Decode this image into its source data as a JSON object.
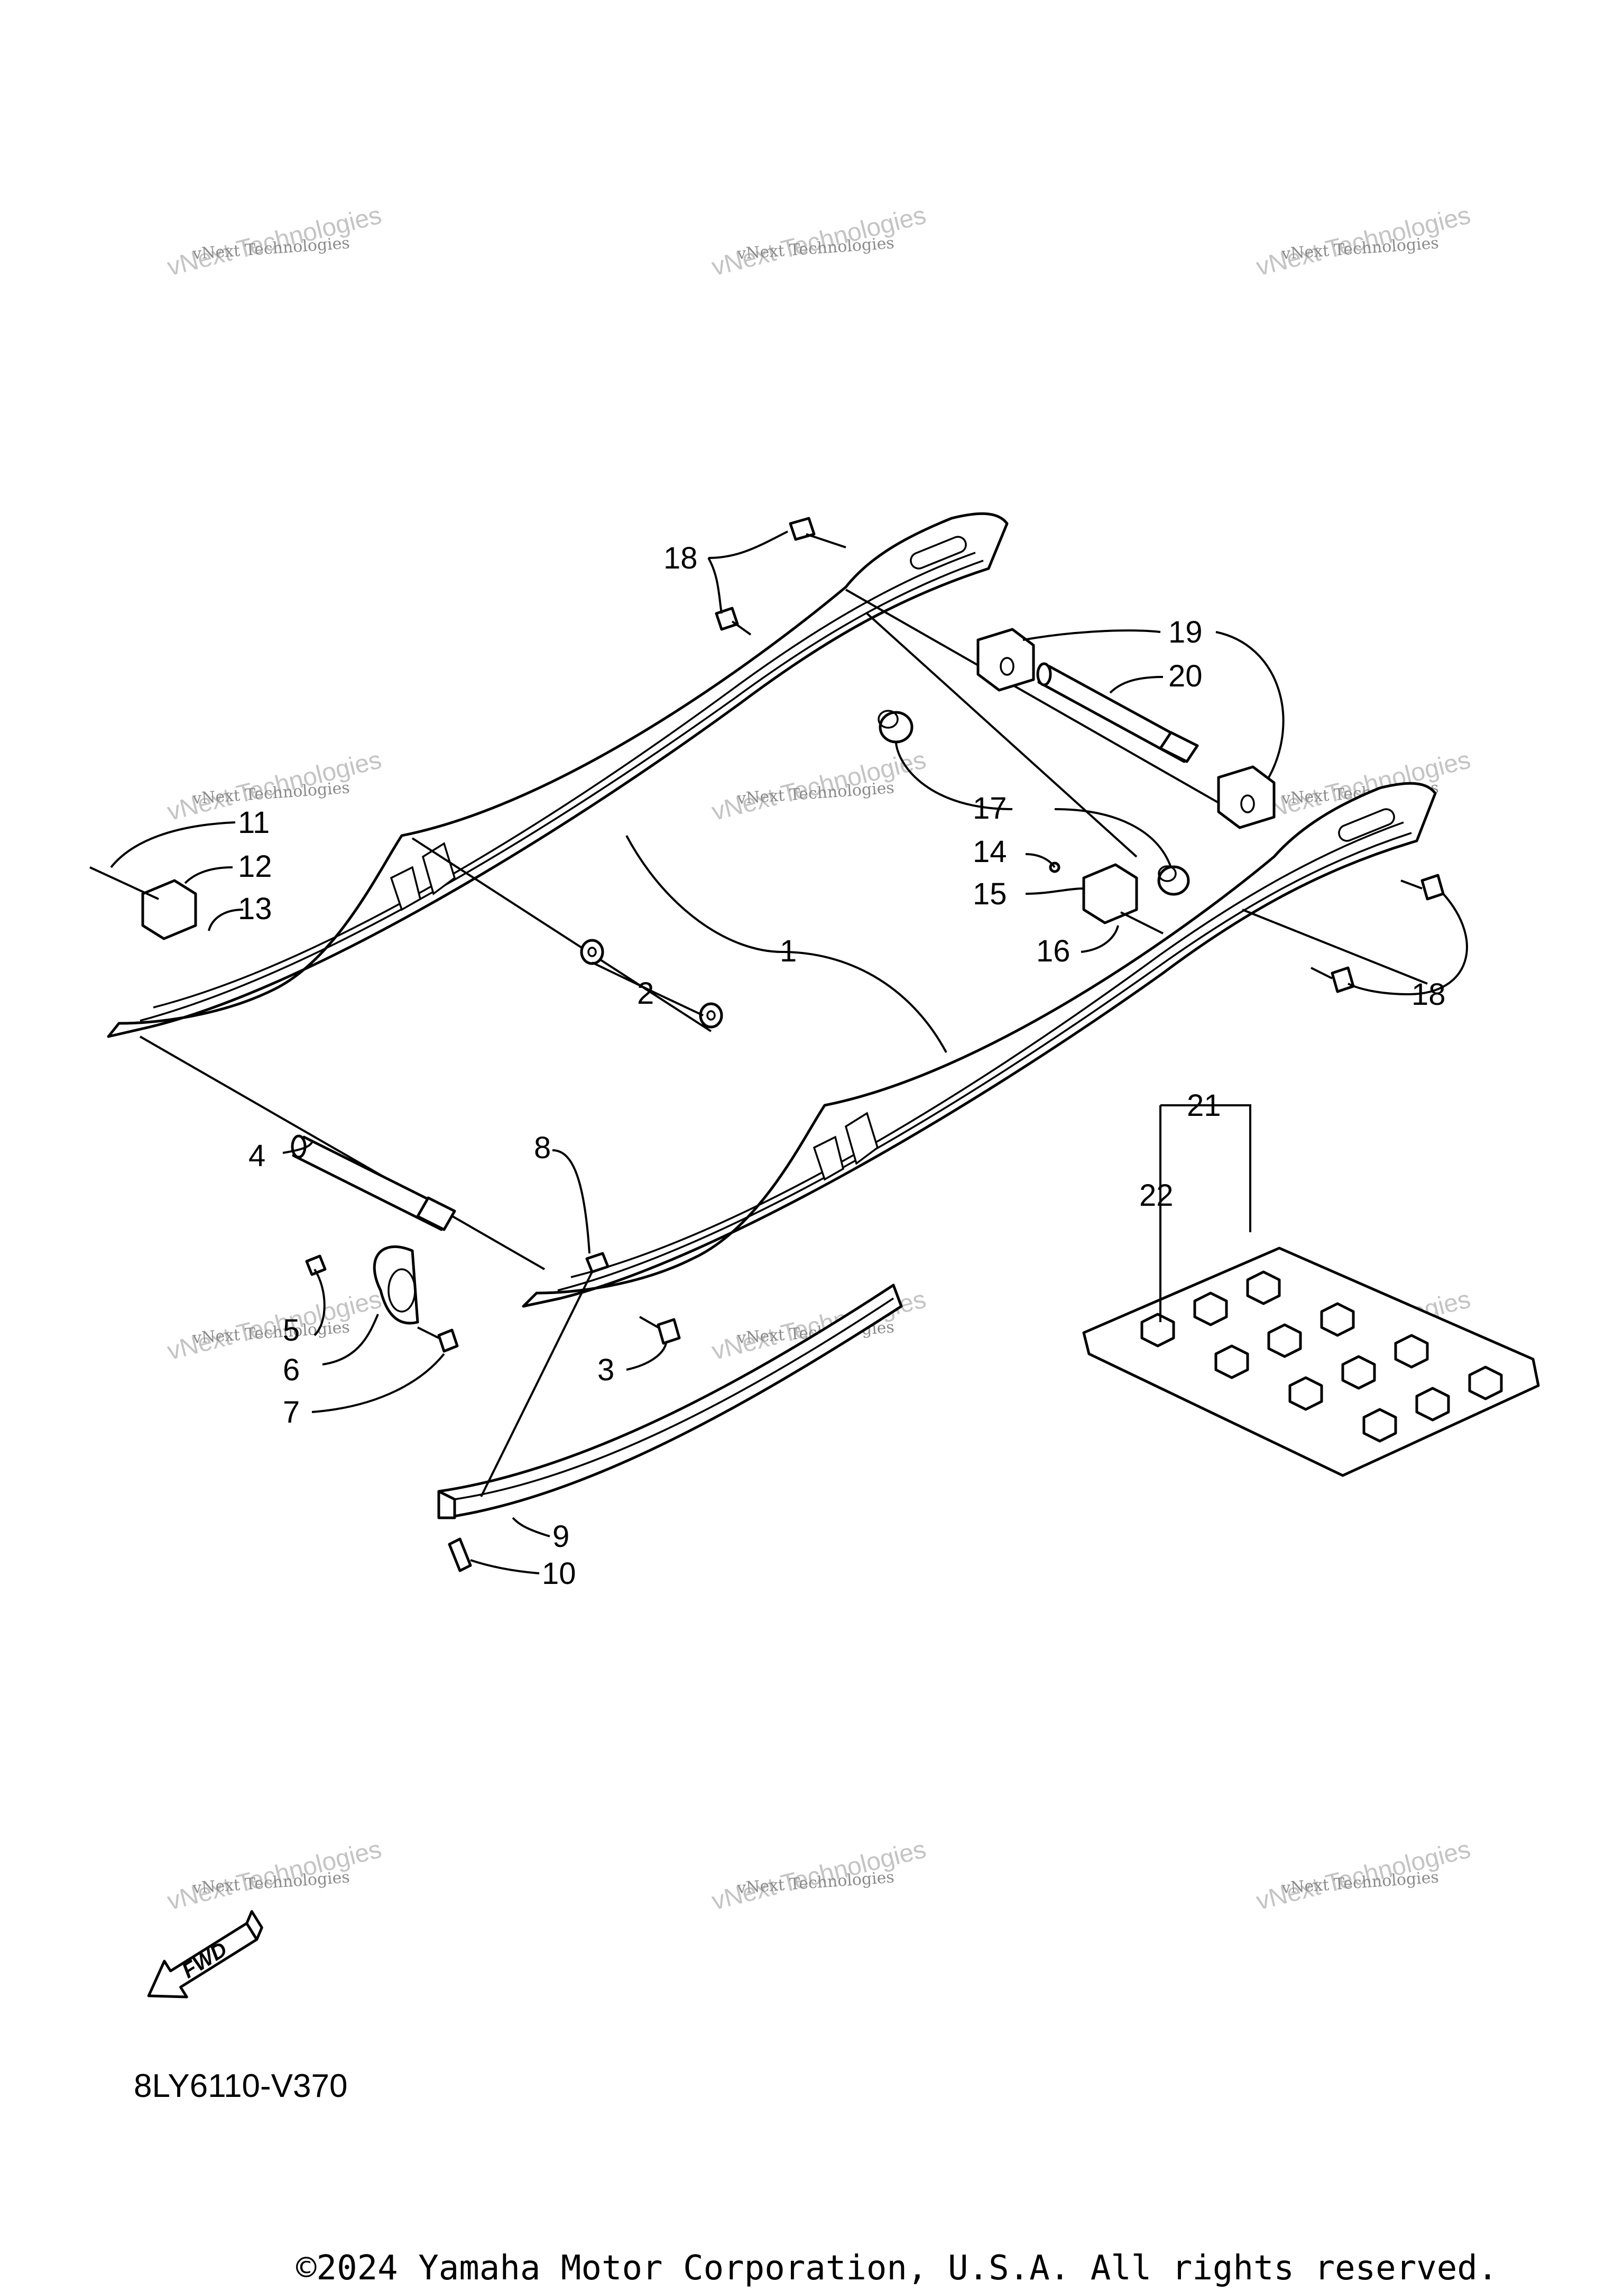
{
  "diagram_code": "8LY6110-V370",
  "copyright": "©2024 Yamaha Motor Corporation, U.S.A. All rights reserved.",
  "watermark": {
    "small": "vNext Technologies",
    "large": "vNext Technologies"
  },
  "fwd_label": "FWD",
  "callouts": [
    "1",
    "2",
    "3",
    "4",
    "5",
    "6",
    "7",
    "8",
    "9",
    "10",
    "11",
    "12",
    "13",
    "14",
    "15",
    "16",
    "17",
    "18",
    "18",
    "19",
    "20",
    "21",
    "22"
  ],
  "colors": {
    "line": "#000000",
    "background": "#ffffff",
    "watermark": "#c4c4c4"
  }
}
